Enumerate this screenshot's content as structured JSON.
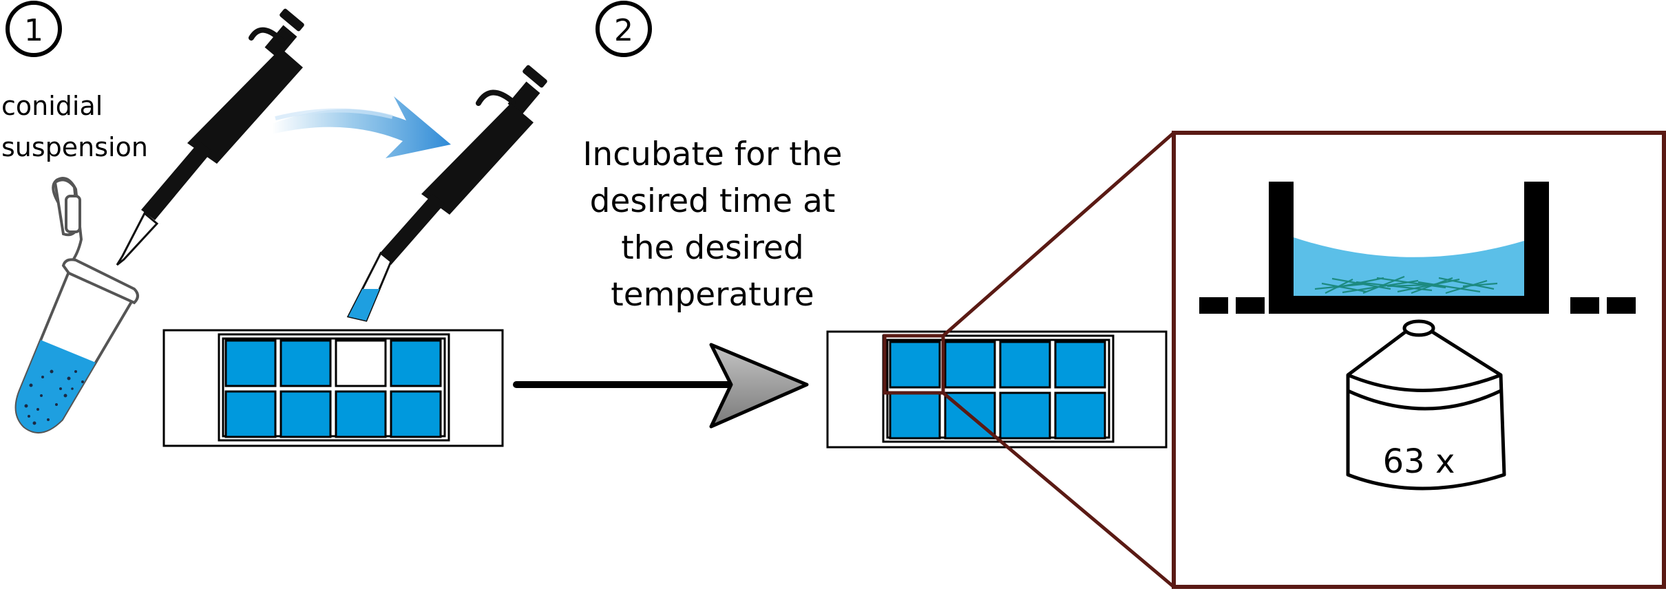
{
  "steps": [
    {
      "number": "1"
    },
    {
      "number": "2"
    }
  ],
  "labels": {
    "suspension_line1": "conidial",
    "suspension_line2": "suspension",
    "incubate_line1": "Incubate for the",
    "incubate_line2": "desired time at",
    "incubate_line3": "the desired",
    "incubate_line4": "temperature",
    "magnification": "63 x"
  },
  "slide1_wells": [
    {
      "filled": true
    },
    {
      "filled": true
    },
    {
      "filled": false
    },
    {
      "filled": true
    },
    {
      "filled": true
    },
    {
      "filled": true
    },
    {
      "filled": true
    },
    {
      "filled": true
    }
  ],
  "slide2_wells": [
    {
      "filled": true
    },
    {
      "filled": true
    },
    {
      "filled": true
    },
    {
      "filled": true
    },
    {
      "filled": true
    },
    {
      "filled": true
    },
    {
      "filled": true
    },
    {
      "filled": true
    }
  ],
  "colors": {
    "well_fill": "#0099dd",
    "liquid": "#5bbfe8",
    "zoom_frame": "#5a1a14",
    "arrow_fill": "#a8a8a8",
    "hyphae": "#1d8a80"
  }
}
